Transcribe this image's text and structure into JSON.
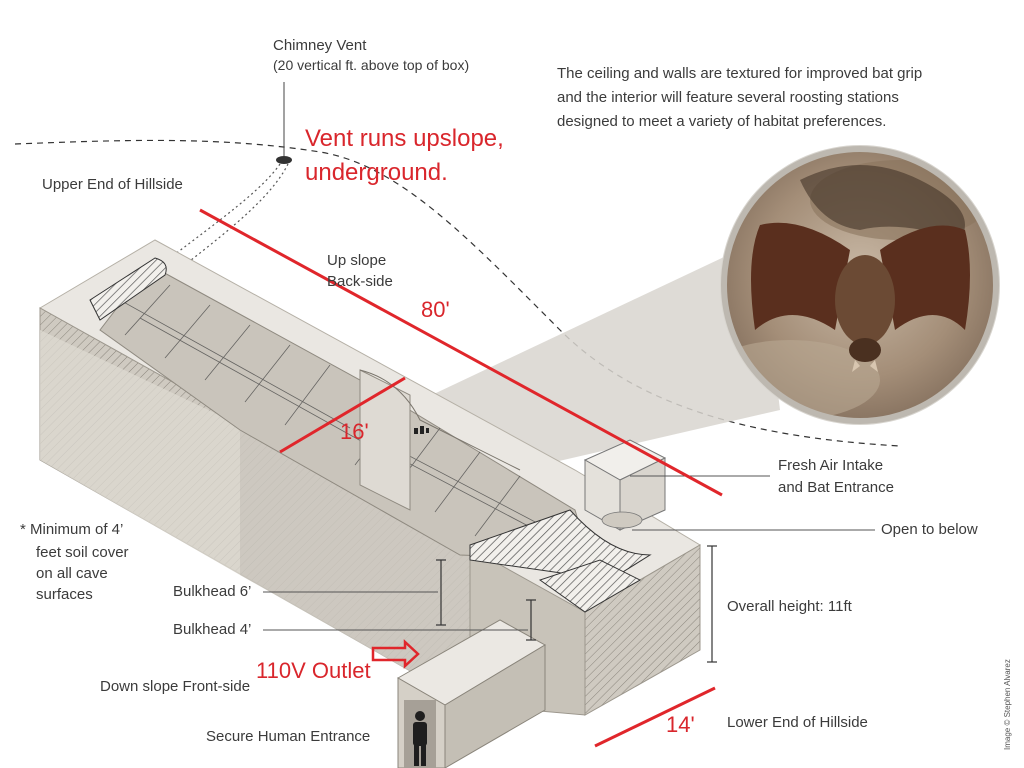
{
  "labels": {
    "chimney_vent": "Chimney Vent",
    "chimney_vent_note": "(20 vertical ft. above top of box)",
    "note_line1": "The ceiling and walls are textured for improved bat grip",
    "note_line2": "and the interior will feature several roosting stations",
    "note_line3": "designed to meet a variety of habitat preferences.",
    "upper_end": "Upper End of Hillside",
    "up_slope_1": "Up slope",
    "up_slope_2": "Back-side",
    "fresh_air_1": "Fresh Air Intake",
    "fresh_air_2": "and Bat Entrance",
    "open_below": "Open to below",
    "soil_1": "*  Minimum of 4’",
    "soil_2": "feet soil cover",
    "soil_3": "on all cave",
    "soil_4": "surfaces",
    "bulkhead_6": "Bulkhead 6’",
    "bulkhead_4": "Bulkhead 4’",
    "overall_height": "Overall height: 11ft",
    "down_slope": "Down slope Front-side",
    "lower_end": "Lower End of Hillside",
    "human_entrance": "Secure Human Entrance",
    "credit": "Image © Stephen Alvarez"
  },
  "annotations": {
    "vent_1": "Vent runs upslope,",
    "vent_2": "underground.",
    "length": "80'",
    "width_back": "16'",
    "outlet": "110V Outlet",
    "width_front": "14'"
  },
  "colors": {
    "annotation_red": "#d9262c",
    "label_gray": "#3b3b3b",
    "concrete_light": "#eae7e2",
    "concrete_dark": "#c8c3b9"
  }
}
